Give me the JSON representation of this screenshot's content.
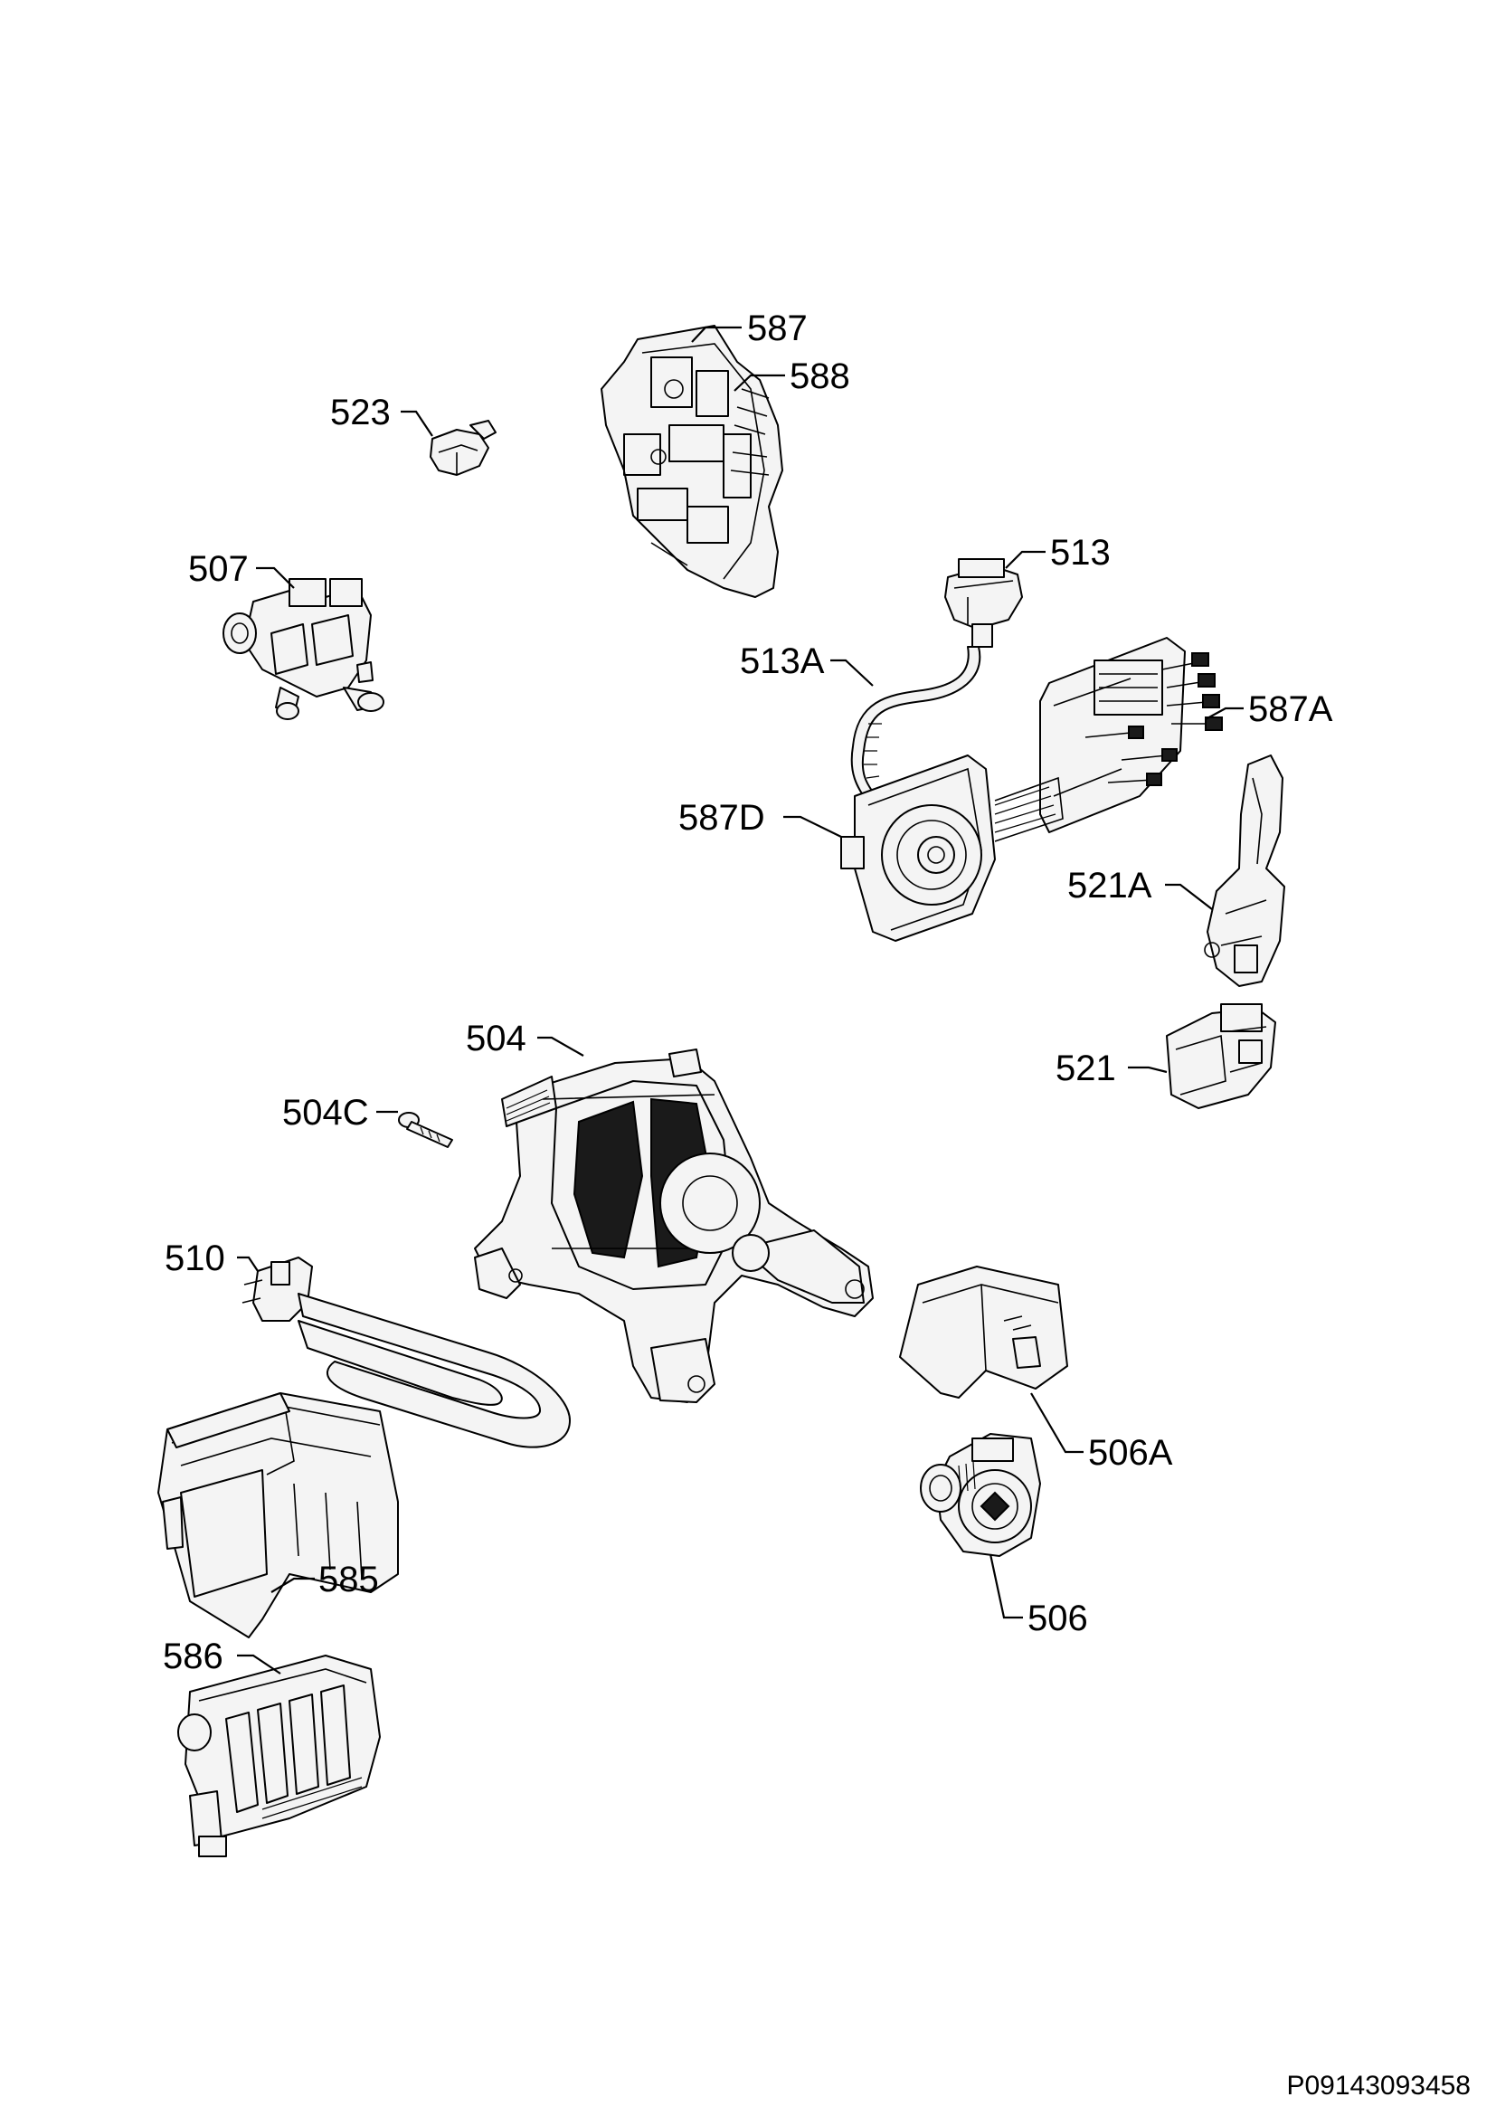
{
  "document_id": "P09143093458",
  "callouts": [
    {
      "key": "587",
      "label": "587"
    },
    {
      "key": "588",
      "label": "588"
    },
    {
      "key": "523",
      "label": "523"
    },
    {
      "key": "507",
      "label": "507"
    },
    {
      "key": "513",
      "label": "513"
    },
    {
      "key": "513A",
      "label": "513A"
    },
    {
      "key": "587A",
      "label": "587A"
    },
    {
      "key": "587D",
      "label": "587D"
    },
    {
      "key": "521A",
      "label": "521A"
    },
    {
      "key": "521",
      "label": "521"
    },
    {
      "key": "504",
      "label": "504"
    },
    {
      "key": "504C",
      "label": "504C"
    },
    {
      "key": "510",
      "label": "510"
    },
    {
      "key": "506A",
      "label": "506A"
    },
    {
      "key": "585",
      "label": "585"
    },
    {
      "key": "506",
      "label": "506"
    },
    {
      "key": "586",
      "label": "586"
    }
  ]
}
